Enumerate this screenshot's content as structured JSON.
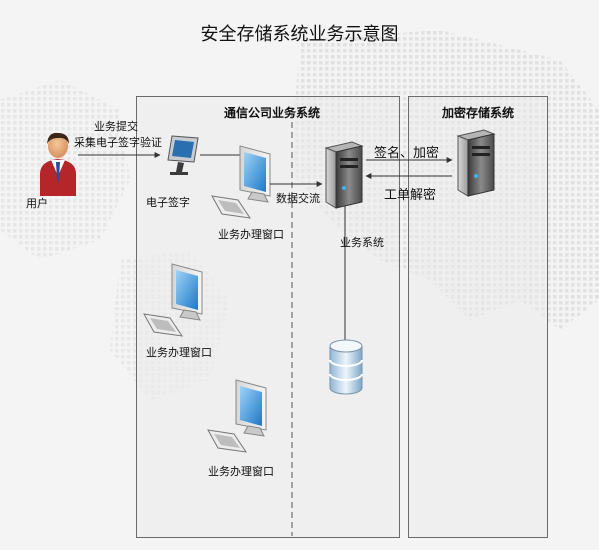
{
  "title": "安全存储系统业务示意图",
  "panels": {
    "telecom": "通信公司业务系统",
    "encrypt": "加密存储系统"
  },
  "labels": {
    "submit": "业务提交",
    "collect": "采集电子签字验证",
    "user": "用户",
    "esign": "电子签字",
    "window1": "业务办理窗口",
    "window2": "业务办理窗口",
    "window3": "业务办理窗口",
    "data_exchange": "数据交流",
    "business_system": "业务系统",
    "sign_encrypt": "签名、加密",
    "ticket_decrypt": "工单解密"
  },
  "icons": [
    "user-icon",
    "signature-pad-icon",
    "computer-icon",
    "server-icon",
    "database-icon"
  ],
  "colors": {
    "background": "#f4f4f4",
    "map_dots": "#d9d9d9",
    "panel_border": "#6b6b6b",
    "connector": "#333333",
    "screen_blue": "#4aa3e0"
  }
}
